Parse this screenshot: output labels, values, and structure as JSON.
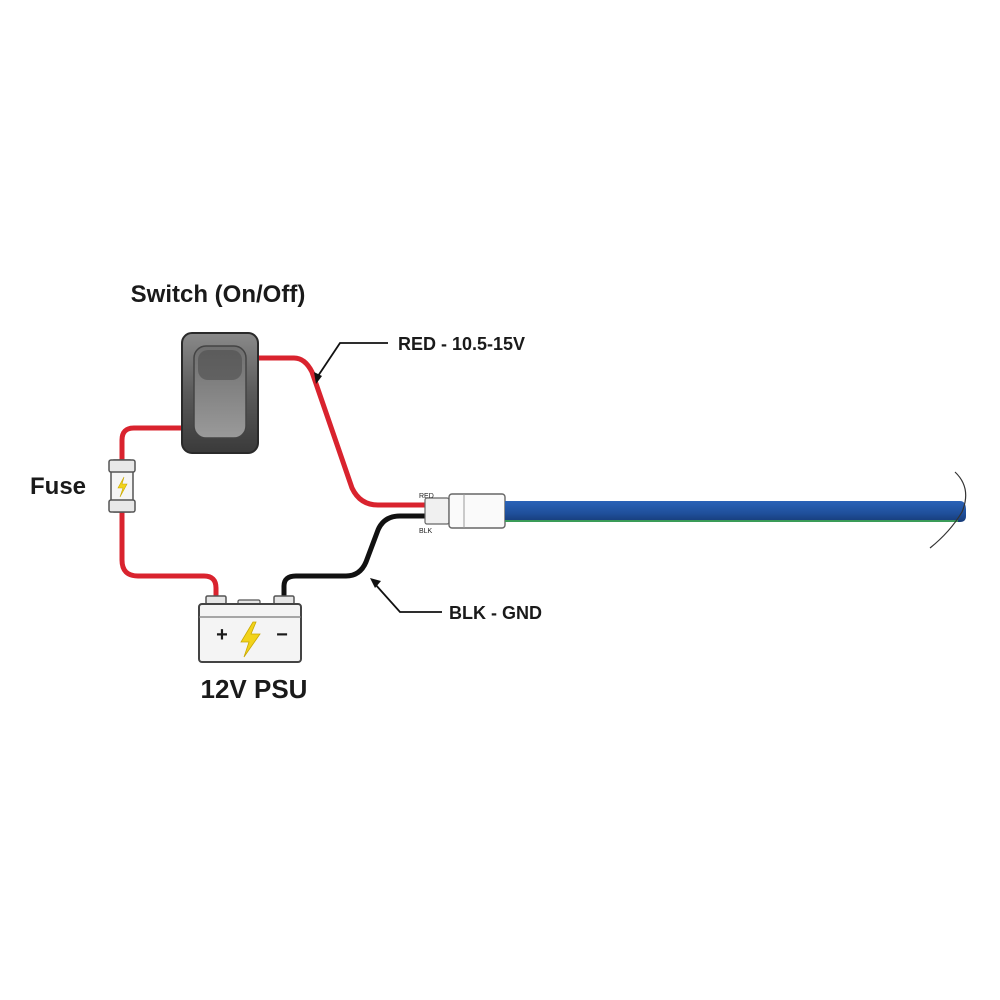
{
  "labels": {
    "switch": "Switch (On/Off)",
    "fuse": "Fuse",
    "psu": "12V PSU",
    "red_wire": "RED - 10.5-15V",
    "blk_wire": "BLK - GND",
    "connector_red": "RED",
    "connector_blk": "BLK",
    "battery_plus": "+",
    "battery_minus": "−"
  },
  "colors": {
    "red_wire": "#d9232e",
    "black_wire": "#111111",
    "strip_blue": "#1f4f9a",
    "strip_green": "#3a9b58",
    "bolt": "#f2d31a"
  },
  "icons": {
    "switch": "rocker-switch-icon",
    "fuse": "fuse-icon",
    "psu": "battery-icon",
    "bolt": "lightning-bolt-icon"
  }
}
